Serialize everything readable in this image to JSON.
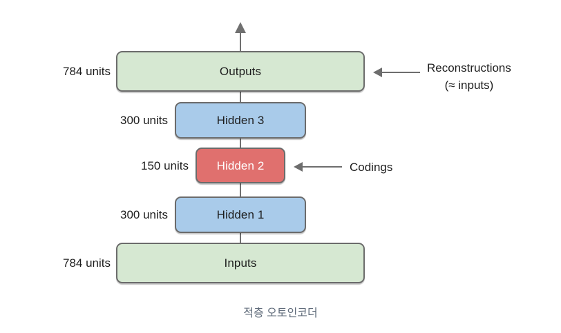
{
  "figure": {
    "caption": "적층 오토인코더",
    "background_color": "#ffffff"
  },
  "colors": {
    "green_fill": "#d6e8d2",
    "blue_fill": "#a9cbea",
    "red_fill": "#e0706e",
    "box_border": "#6b6b6b",
    "connector": "#707070",
    "text": "#1d1d1d",
    "caption_text": "#5f6b7a"
  },
  "chart_data": {
    "type": "diagram",
    "title": "적층 오토인코더",
    "layers": [
      {
        "name": "Outputs",
        "units": "784 units",
        "units_value": 784,
        "fill": "green",
        "order": 5
      },
      {
        "name": "Hidden 3",
        "units": "300 units",
        "units_value": 300,
        "fill": "blue",
        "order": 4
      },
      {
        "name": "Hidden 2",
        "units": "150 units",
        "units_value": 150,
        "fill": "red",
        "order": 3
      },
      {
        "name": "Hidden 1",
        "units": "300 units",
        "units_value": 300,
        "fill": "blue",
        "order": 2
      },
      {
        "name": "Inputs",
        "units": "784 units",
        "units_value": 784,
        "fill": "green",
        "order": 1
      }
    ],
    "annotations": [
      {
        "target": "Outputs",
        "line1": "Reconstructions",
        "line2": "(≈ inputs)"
      },
      {
        "target": "Hidden 2",
        "line1": "Codings",
        "line2": ""
      }
    ]
  },
  "layers": {
    "outputs": {
      "label": "Outputs",
      "units": "784 units"
    },
    "hidden3": {
      "label": "Hidden 3",
      "units": "300 units"
    },
    "hidden2": {
      "label": "Hidden 2",
      "units": "150 units"
    },
    "hidden1": {
      "label": "Hidden 1",
      "units": "300 units"
    },
    "inputs": {
      "label": "Inputs",
      "units": "784 units"
    }
  },
  "annotations": {
    "reconstructions": {
      "line1": "Reconstructions",
      "line2": "(≈ inputs)"
    },
    "codings": {
      "line1": "Codings"
    }
  }
}
